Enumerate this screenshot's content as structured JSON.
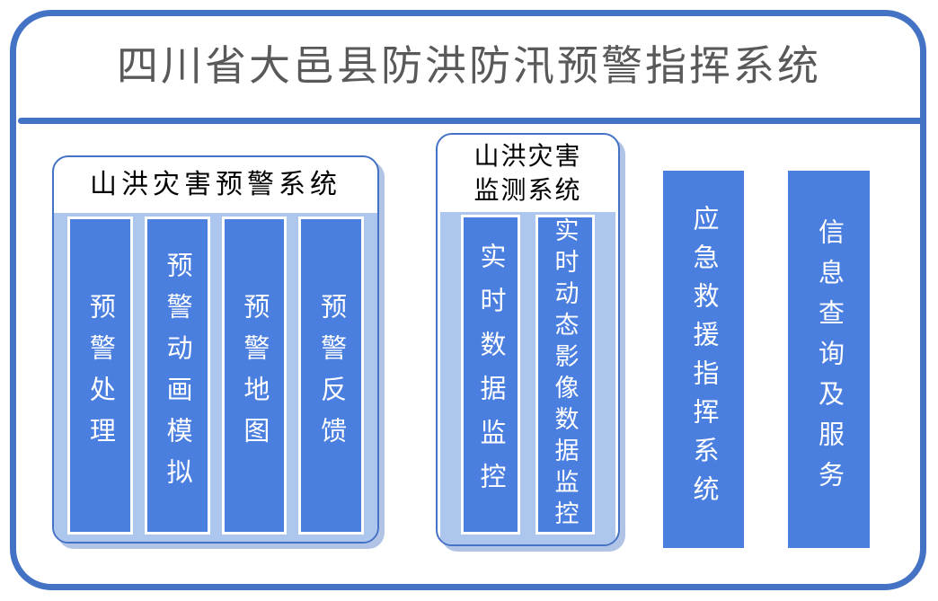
{
  "page": {
    "title": "四川省大邑县防洪防汛预警指挥系统"
  },
  "colors": {
    "accent_border": "#4472C4",
    "bar_fill": "#4A7EDF",
    "panel_fill": "#ADC6EE",
    "title_text": "#595959",
    "bar_text": "#FFFFFF"
  },
  "groups": [
    {
      "title": "山洪灾害预警系统",
      "bars": [
        "预警处理",
        "预警动画模拟",
        "预警地图",
        "预警反馈"
      ]
    },
    {
      "title": "山洪灾害监测系统",
      "title_lines": [
        "山洪灾害",
        "监测系统"
      ],
      "bars": [
        "实时数据监控",
        "实时动态影像数据监控"
      ]
    }
  ],
  "standalone_bars": [
    {
      "label": "应急救援指挥系统"
    },
    {
      "label": "信息查询及服务"
    }
  ]
}
